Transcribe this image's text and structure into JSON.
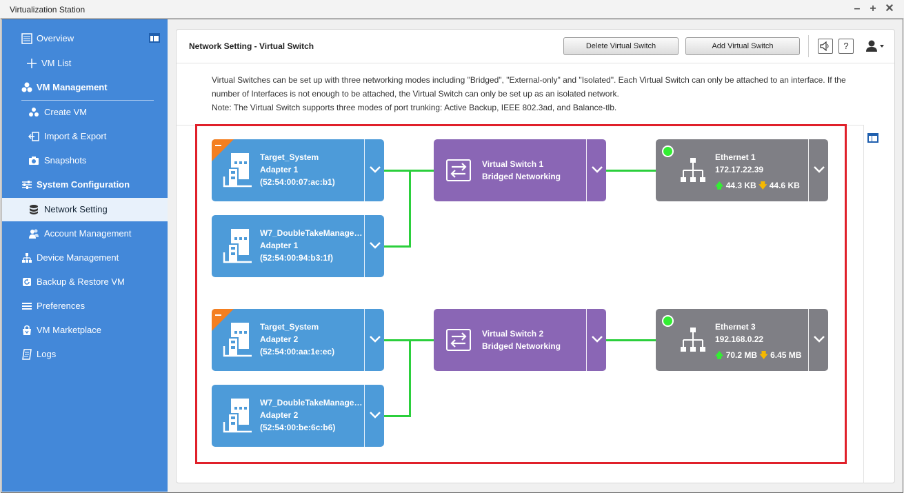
{
  "window": {
    "title": "Virtualization Station",
    "controls": [
      "minimize-icon",
      "maximize-icon",
      "close-icon"
    ]
  },
  "sidebar": {
    "items": [
      {
        "label": "Overview",
        "icon": "overview-icon"
      },
      {
        "label": "VM List",
        "icon": "plus-icon"
      },
      {
        "label": "VM Management",
        "icon": "vm-management-icon"
      },
      {
        "label": "Create VM",
        "icon": "create-vm-icon"
      },
      {
        "label": "Import & Export",
        "icon": "import-export-icon"
      },
      {
        "label": "Snapshots",
        "icon": "camera-icon"
      },
      {
        "label": "System Configuration",
        "icon": "sliders-icon"
      },
      {
        "label": "Network Setting",
        "icon": "database-icon"
      },
      {
        "label": "Account Management",
        "icon": "users-icon"
      },
      {
        "label": "Device Management",
        "icon": "device-tree-icon"
      },
      {
        "label": "Backup & Restore VM",
        "icon": "backup-icon"
      },
      {
        "label": "Preferences",
        "icon": "list-icon"
      },
      {
        "label": "VM Marketplace",
        "icon": "marketplace-icon"
      },
      {
        "label": "Logs",
        "icon": "logs-icon"
      }
    ],
    "active": "Network Setting"
  },
  "header": {
    "title": "Network Setting - Virtual Switch",
    "delete_label": "Delete Virtual Switch",
    "add_label": "Add Virtual Switch",
    "help_label": "?"
  },
  "description": {
    "line1": "Virtual Switches can be set up with three networking modes including \"Bridged\", \"External-only\" and \"Isolated\". Each Virtual Switch can only be attached to an interface. If the",
    "line2": "number of Interfaces is not enough to be attached, the Virtual Switch can only be set up as an isolated network.",
    "line3": "Note: The Virtual Switch supports three modes of port trunking: Active Backup, IEEE 802.3ad, and Balance-tlb."
  },
  "groups": [
    {
      "adapters": [
        {
          "name": "Target_System",
          "adapter": "Adapter 1",
          "mac": "(52:54:00:07:ac:b1)",
          "flagged": true
        },
        {
          "name": "W7_DoubleTakeManagement",
          "adapter": "Adapter 1",
          "mac": "(52:54:00:94:b3:1f)",
          "flagged": false
        }
      ],
      "switch": {
        "name": "Virtual Switch 1",
        "mode": "Bridged Networking"
      },
      "ethernet": {
        "name": "Ethernet 1",
        "ip": "172.17.22.39",
        "up": "44.3 KB",
        "down": "44.6 KB"
      }
    },
    {
      "adapters": [
        {
          "name": "Target_System",
          "adapter": "Adapter 2",
          "mac": "(52:54:00:aa:1e:ec)",
          "flagged": true
        },
        {
          "name": "W7_DoubleTakeManagement",
          "adapter": "Adapter 2",
          "mac": "(52:54:00:be:6c:b6)",
          "flagged": false
        }
      ],
      "switch": {
        "name": "Virtual Switch 2",
        "mode": "Bridged Networking"
      },
      "ethernet": {
        "name": "Ethernet 3",
        "ip": "192.168.0.22",
        "up": "70.2 MB",
        "down": "6.45 MB"
      }
    }
  ],
  "colors": {
    "sidebar": "#4388d9",
    "adapter": "#4d9bd9",
    "switch": "#8a66b5",
    "ethernet": "#7f7f85",
    "wire": "#2bcf3c",
    "highlight_border": "#e0202a",
    "flag": "#f47f20",
    "status_on": "#33ee33"
  }
}
